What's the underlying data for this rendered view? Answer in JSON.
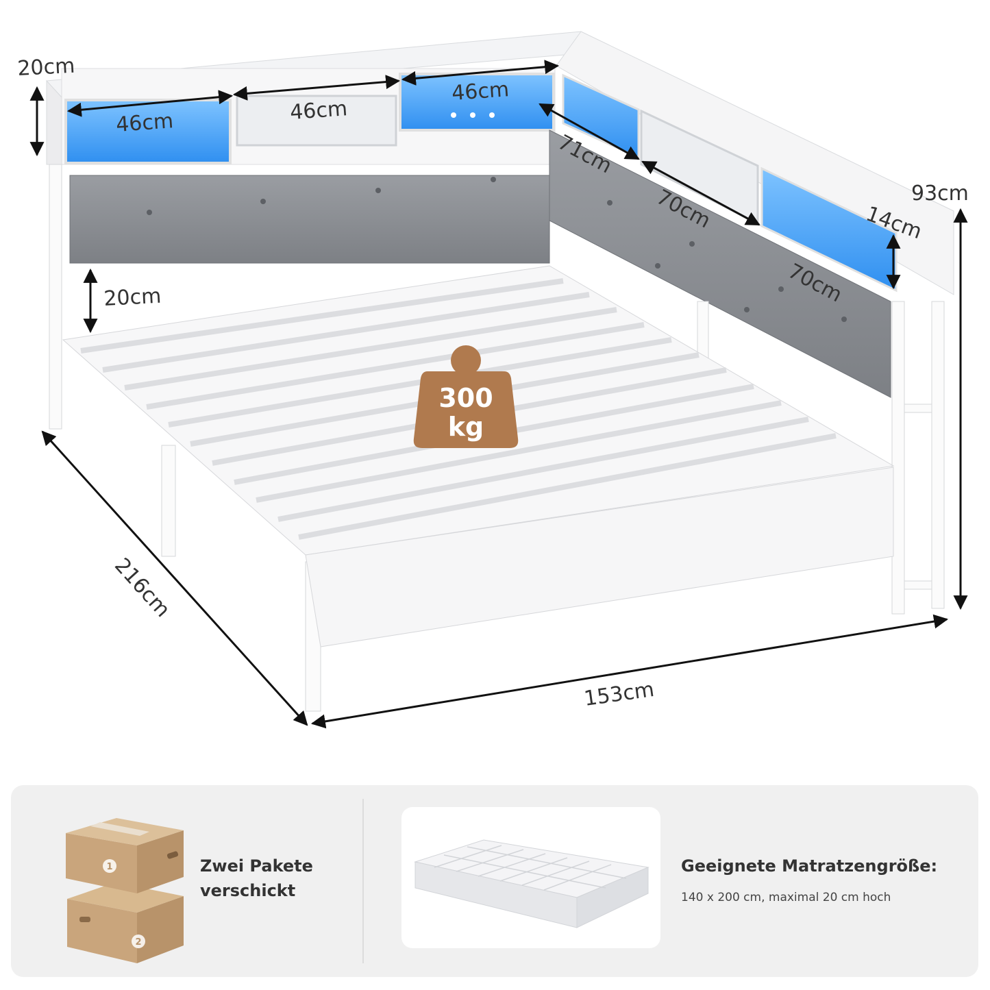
{
  "dimensions": {
    "shelf_height": "20cm",
    "shelf_width_1": "46cm",
    "drawer_width": "46cm",
    "shelf_width_2": "46cm",
    "side_panel_1": "71cm",
    "side_drawer": "70cm",
    "side_panel_2": "70cm",
    "side_shelf_depth": "14cm",
    "total_height": "93cm",
    "under_bed_clearance": "20cm",
    "length": "216cm",
    "width": "153cm"
  },
  "max_load": {
    "value": "300",
    "unit": "kg"
  },
  "colors": {
    "weight_badge": "#b07a4e",
    "led": "#4fa6ff",
    "upholstery": "#8a8d92",
    "frame": "#ffffff"
  },
  "info": {
    "packages_label": "Zwei Pakete verschickt",
    "box_numbers": [
      "1",
      "2"
    ],
    "mattress_title": "Geeignete Matratzengröße:",
    "mattress_size": "140 x 200 cm, maximal 20 cm hoch"
  }
}
